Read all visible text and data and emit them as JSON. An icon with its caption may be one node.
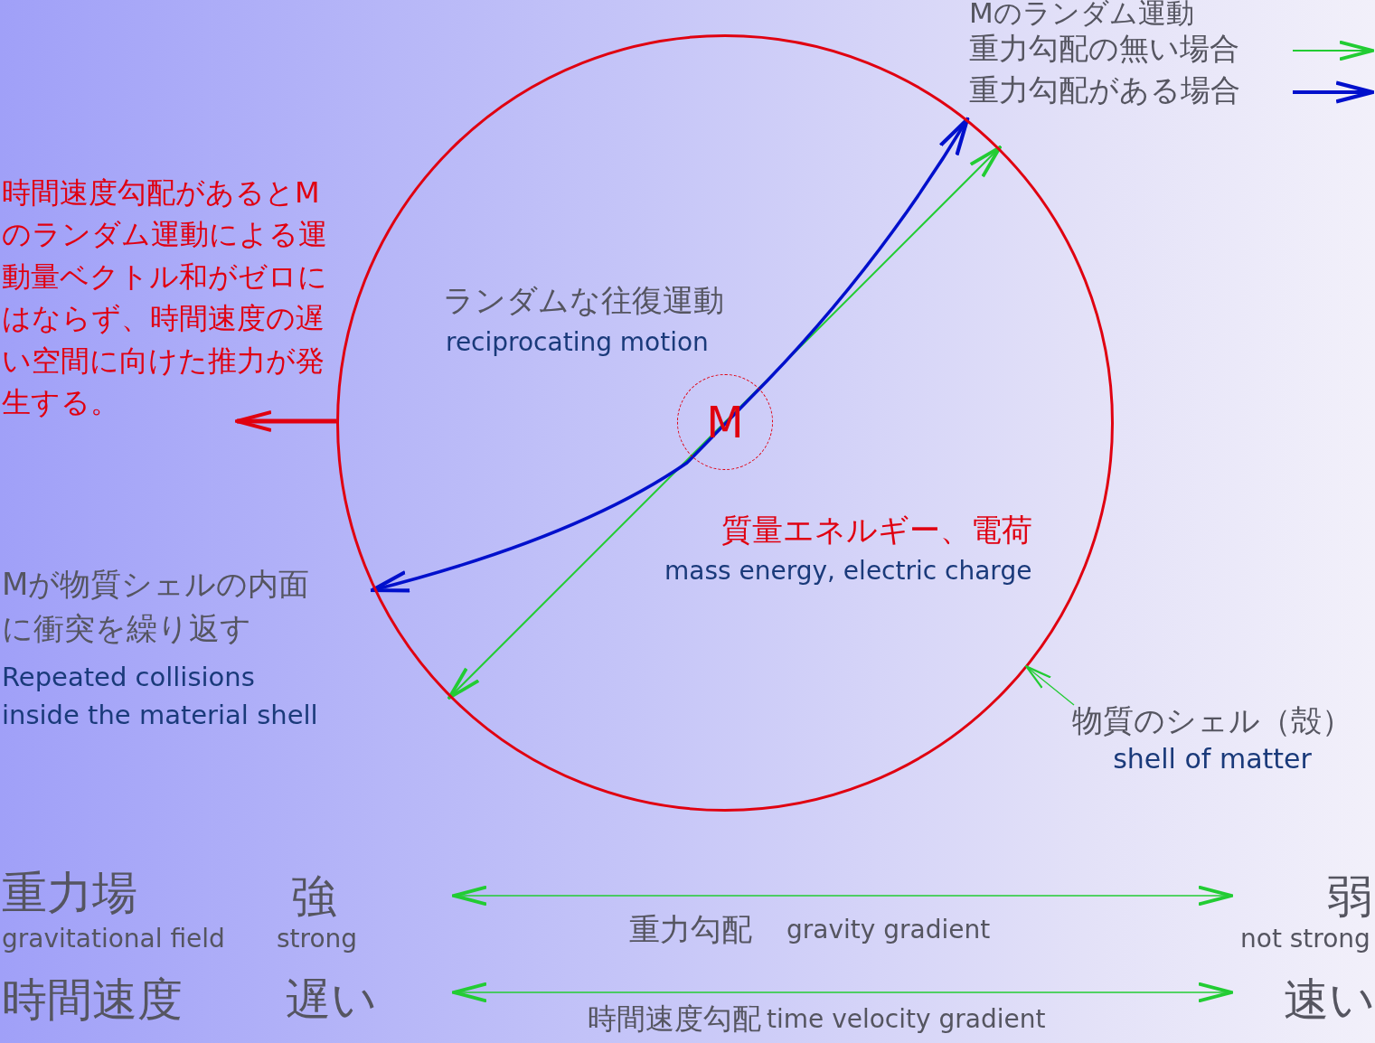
{
  "diagram": {
    "nodes": [
      {
        "text": [],
        "shape": "circle"
      },
      {
        "text": [
          "M"
        ],
        "in": 0
      },
      {
        "text": [
          "物質のシェル（殻）",
          "shell of matter"
        ]
      }
    ],
    "edges": [
      {
        "from": 2,
        "to": 0,
        "arrow": "to"
      }
    ],
    "labels": [
      "Mのランダム運動",
      "時間速度勾配があるとMのランダム運動による運動量ベクトル和がゼロにはならず、時間速度の遅い空間に向けた推力が発生する。",
      "ランダムな往復運動",
      "reciprocating motion",
      "質量エネルギー、電荷",
      "mass energy, electric charge",
      "Mが物質シェルの内面に衝突を繰り返す",
      "Repeated collisions inside the material shell",
      "重力場",
      "gravitational field",
      "強",
      "strong",
      "重力勾配",
      "gravity gradient",
      "弱",
      "not strong",
      "時間速度",
      "遅い",
      "時間速度勾配",
      "time velocity gradient",
      "速い"
    ],
    "legend": [
      {
        "text": "重力勾配の無い場合"
      },
      {
        "text": "重力勾配がある場合"
      }
    ]
  }
}
